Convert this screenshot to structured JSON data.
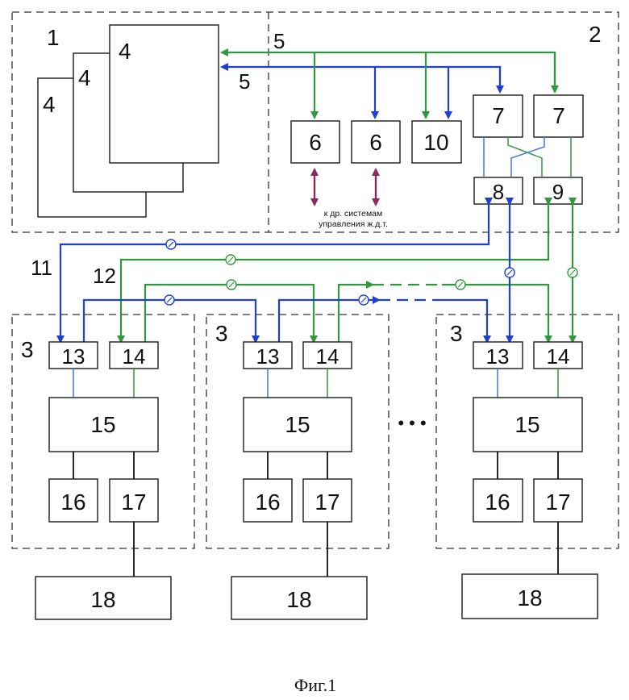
{
  "labels": {
    "region_1": "1",
    "region_2": "2",
    "region_3": "3",
    "screen": "4",
    "bus_5": "5",
    "block_6": "6",
    "block_7": "7",
    "block_8": "8",
    "block_9": "9",
    "block_10": "10",
    "line_11": "11",
    "line_12": "12",
    "block_13": "13",
    "block_14": "14",
    "block_15": "15",
    "block_16": "16",
    "block_17": "17",
    "block_18": "18",
    "ellipsis": "• • •"
  },
  "note": {
    "line1": "к др. системам",
    "line2": "управления ж.д.т."
  },
  "caption": "Фиг.1",
  "colors": {
    "blue": "#1f3fd1",
    "green": "#2f9a3d",
    "purple": "#8a2a5c",
    "black": "#111111"
  }
}
